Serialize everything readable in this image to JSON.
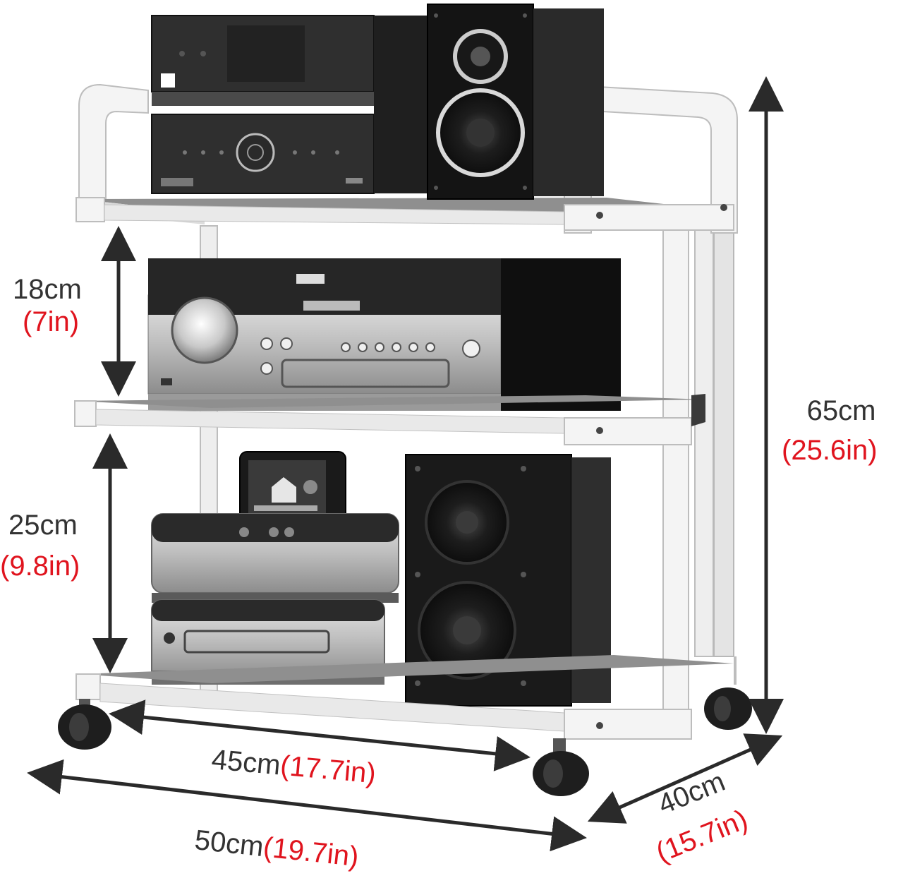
{
  "colors": {
    "frame": "#f2f2f2",
    "frame_edge": "#bdbdbd",
    "shelf_top": "#8f8f8f",
    "shelf_front": "#e9e9e9",
    "device_dark": "#2b2b2b",
    "device_black": "#161616",
    "silver": "#c9c9c9",
    "arrow": "#2a2a2a",
    "metric_text": "#333333",
    "imperial_text": "#e0141e"
  },
  "dimensions": {
    "upper_gap": {
      "metric": "18cm",
      "imperial": "(7in)"
    },
    "lower_gap": {
      "metric": "25cm",
      "imperial": "(9.8in)"
    },
    "height": {
      "metric": "65cm",
      "imperial": "(25.6in)"
    },
    "inner_width": {
      "metric": "45cm",
      "imperial": "(17.7in)"
    },
    "outer_width": {
      "metric": "50cm",
      "imperial": "(19.7in)"
    },
    "depth": {
      "metric": "40cm",
      "imperial": "(15.7in)"
    }
  },
  "icons": {
    "arrows": "double-headed-arrow-icon",
    "casters": "caster-wheel-icon"
  }
}
